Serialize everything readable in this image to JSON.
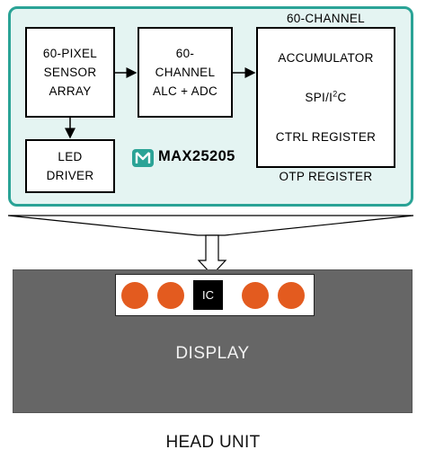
{
  "colors": {
    "panel_fill": "#e4f4f2",
    "panel_border": "#2aa396",
    "led": "#e35b1f",
    "display": "#666666",
    "brand_accent": "#2aa396"
  },
  "blocks": {
    "sensor": "60-PIXEL\nSENSOR\nARRAY",
    "led_driver": "LED\nDRIVER",
    "alc_adc": "60-\nCHANNEL\nALC + ADC",
    "acc_line1": "60-CHANNEL",
    "acc_line2": "ACCUMULATOR",
    "acc_spi": "SPI/I",
    "acc_sup": "2",
    "acc_c": "C",
    "acc_line4": "CTRL REGISTER",
    "acc_line5": "OTP REGISTER"
  },
  "brand": {
    "part_number": "MAX25205",
    "logo_icon": "maxim-logo-icon"
  },
  "strip": {
    "ic_label": "IC",
    "led_count_left": 2,
    "led_count_right": 2
  },
  "display_label": "DISPLAY",
  "head_unit_label": "HEAD UNIT"
}
